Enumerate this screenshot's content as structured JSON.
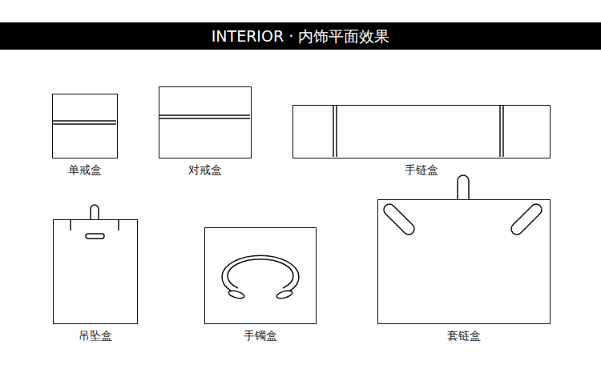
{
  "diagram": {
    "title": "INTERIOR · 内饰平面效果",
    "nodes": [
      {
        "text": [
          "单戒盒"
        ]
      },
      {
        "text": [
          "对戒盒"
        ]
      },
      {
        "text": [
          "手链盒"
        ]
      },
      {
        "text": [
          "吊坠盒"
        ]
      },
      {
        "text": [
          "手镯盒"
        ]
      },
      {
        "text": [
          "套链盒"
        ]
      }
    ]
  }
}
